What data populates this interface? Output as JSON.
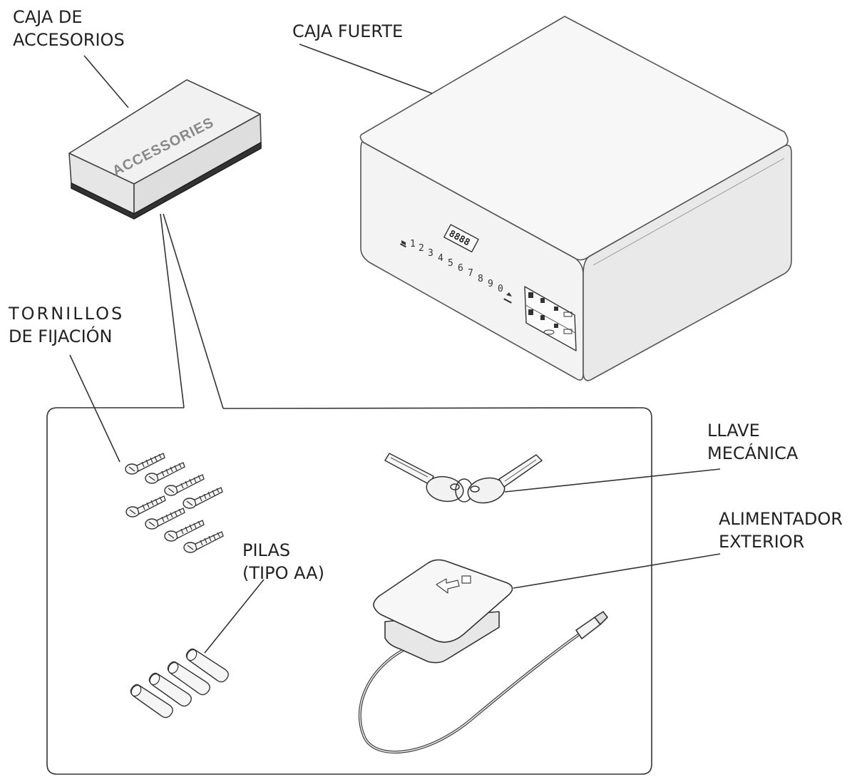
{
  "labels": {
    "accessory_box": [
      "CAJA DE",
      "ACCESORIOS"
    ],
    "safe": [
      "CAJA FUERTE"
    ],
    "screws": [
      "TORNILLOS",
      "DE FIJACIÓN"
    ],
    "key": [
      "LLAVE",
      "MECÁNICA"
    ],
    "power": [
      "ALIMENTADOR",
      "EXTERIOR"
    ],
    "batteries": [
      "PILAS",
      "(TIPO AA)"
    ]
  },
  "box_print": "ACCESSORIES",
  "keypad": {
    "digits": [
      "1",
      "2",
      "3",
      "4",
      "5",
      "6",
      "7",
      "8",
      "9",
      "0"
    ],
    "display": "8888"
  }
}
